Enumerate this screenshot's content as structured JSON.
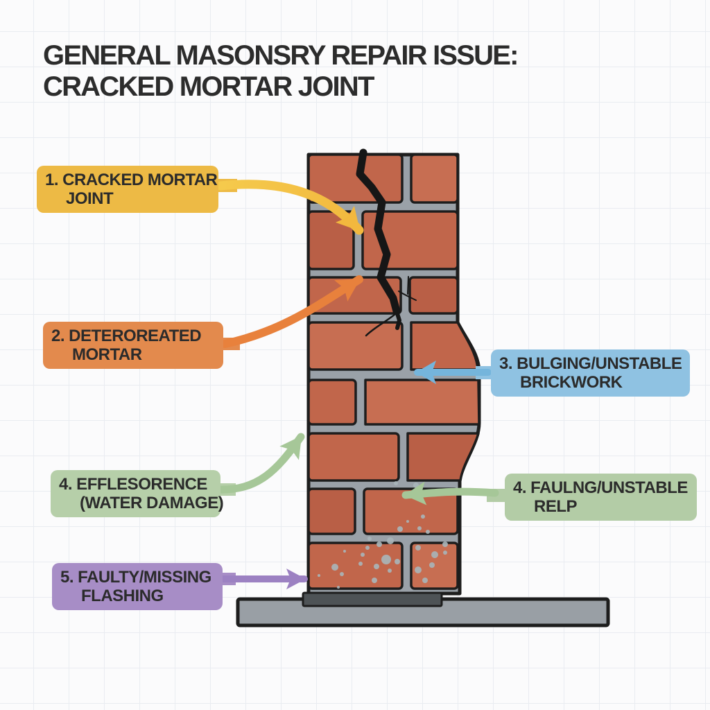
{
  "title": {
    "line1": "GENERAL MASONSRY REPAIR ISSUE:",
    "line2": "CRACKED MORTAR JOINT"
  },
  "callouts": {
    "cracked_mortar_joint": {
      "lines": [
        "1. CRACKED MORTAR",
        "JOINT"
      ],
      "color": "#edba45"
    },
    "deteriorated_mortar": {
      "lines": [
        "2. DETEROREATED",
        "MORTAR"
      ],
      "color": "#e38a4d"
    },
    "bulging_unstable_brickwork": {
      "lines": [
        "3. BULGING/UNSTABLE",
        "BRICKWORK"
      ],
      "color": "#8fc2e2"
    },
    "efflorescence_water_damage": {
      "lines": [
        "4. EFFLESORENCE",
        "(WATER DAMAGE)"
      ],
      "color": "#b6cfa9"
    },
    "faulng_unstable_relp": {
      "lines": [
        "4. FAULNG/UNSTABLE",
        "RELP"
      ],
      "color": "#b3cca6"
    },
    "faulty_missing_flashing": {
      "lines": [
        "5. FAULTY/MISSING",
        "FLASHING"
      ],
      "color": "#a78dc6"
    }
  },
  "diagram": {
    "colors": {
      "brick": "#c1664b",
      "brick_dark": "#b95f46",
      "brick_light": "#c76e52",
      "mortar": "#9aa1a8",
      "outline": "#1d1d1d",
      "crack": "#161616",
      "flashing": "#4e5356",
      "base_slab": "#999fa5",
      "efflorescence": "#a9b6ba",
      "arrow_yellow": "#f2b83e",
      "arrow_yellow_light": "#f5ca4c",
      "arrow_orange": "#e8813c",
      "arrow_blue": "#75b5dc",
      "arrow_green": "#a6c798",
      "arrow_purple": "#9c81c2"
    }
  }
}
